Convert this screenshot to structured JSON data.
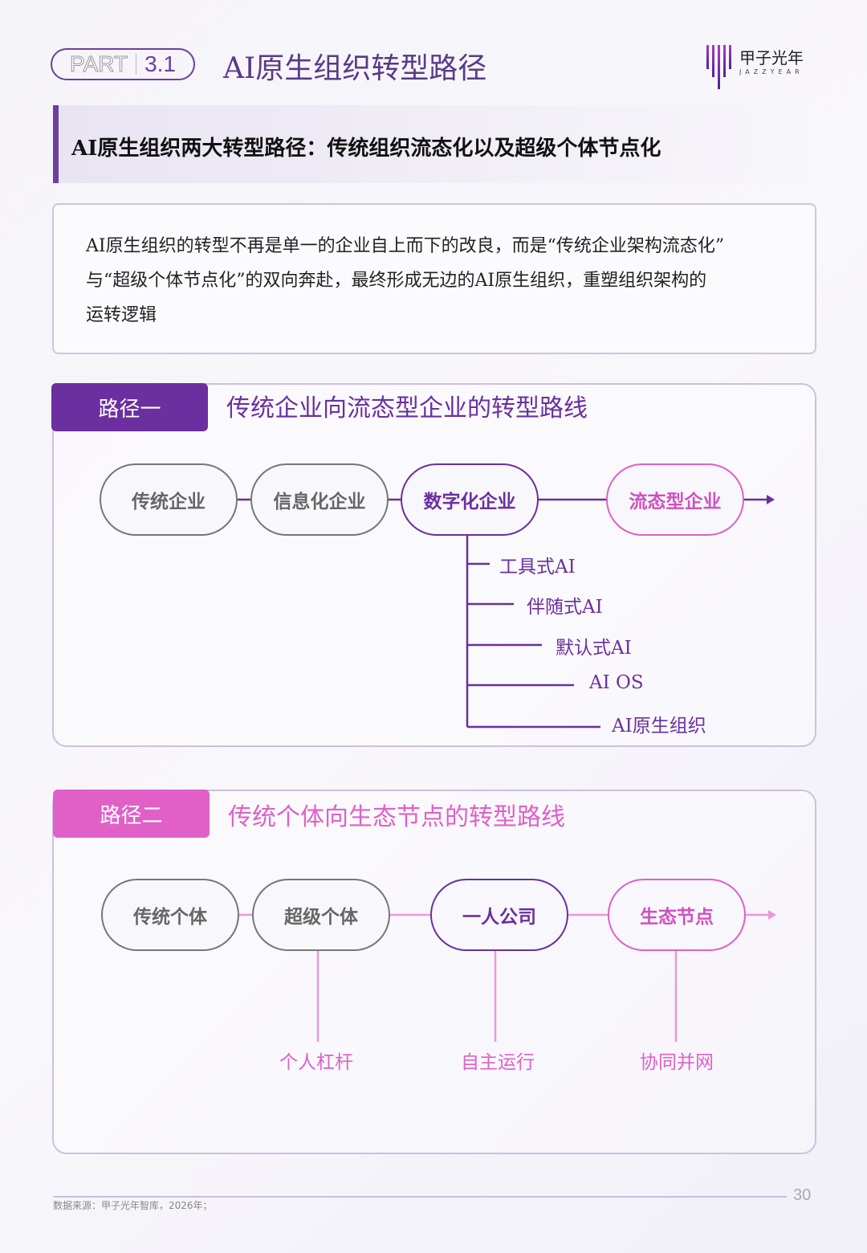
{
  "header": {
    "part_label": "PART",
    "part_number": "3.1",
    "title": "AI原生组织转型路径",
    "logo_cn": "甲子光年",
    "logo_en": "JAZZYEAR"
  },
  "subheading": "AI原生组织两大转型路径：传统组织流态化以及超级个体节点化",
  "intro": [
    "AI原生组织的转型不再是单一的企业自上而下的改良，而是“传统企业架构流态化”",
    "与“超级个体节点化”的双向奔赴，最终形成无边的AI原生组织，重塑组织架构的",
    "运转逻辑"
  ],
  "path1": {
    "tag": "路径一",
    "title": "传统企业向流态型企业的转型路线",
    "nodes": [
      "传统企业",
      "信息化企业",
      "数字化企业",
      "流态型企业"
    ],
    "branches": [
      "工具式AI",
      "伴随式AI",
      "默认式AI",
      "AI OS",
      "AI原生组织"
    ]
  },
  "path2": {
    "tag": "路径二",
    "title": "传统个体向生态节点的转型路线",
    "nodes": [
      "传统个体",
      "超级个体",
      "一人公司",
      "生态节点"
    ],
    "branches": [
      "个人杠杆",
      "自主运行",
      "协同并网"
    ]
  },
  "footer": {
    "source": "数据来源：甲子光年智库，2026年；",
    "page": "30"
  },
  "colors": {
    "purple": "#6b2fa0",
    "pink": "#e060c8",
    "gray": "#777777"
  }
}
